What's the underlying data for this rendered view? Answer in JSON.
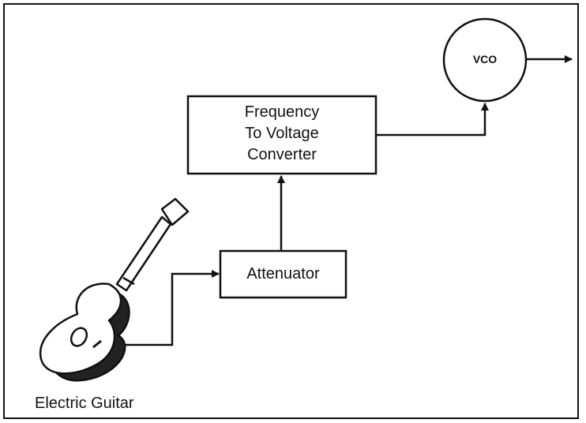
{
  "diagram": {
    "converter_lines": [
      "Frequency",
      "To Voltage",
      "Converter"
    ],
    "attenuator": "Attenuator",
    "vco": "VCO",
    "guitar_caption": "Electric Guitar"
  }
}
